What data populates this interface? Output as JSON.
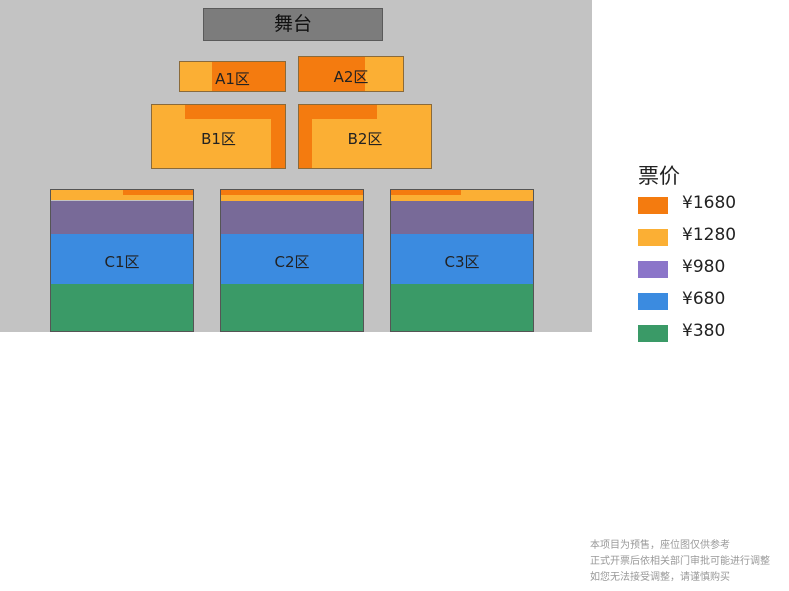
{
  "stage": {
    "label": "舞台"
  },
  "zones": {
    "a1": "A1区",
    "a2": "A2区",
    "b1": "B1区",
    "b2": "B2区",
    "c1": "C1区",
    "c2": "C2区",
    "c3": "C3区"
  },
  "legend": {
    "title": "票价",
    "items": [
      {
        "label": "¥1680",
        "color": "#f47b0f"
      },
      {
        "label": "¥1280",
        "color": "#fbaf34"
      },
      {
        "label": "¥980",
        "color": "#8b75c9"
      },
      {
        "label": "¥680",
        "color": "#3b8be0"
      },
      {
        "label": "¥380",
        "color": "#3a9a67"
      }
    ]
  },
  "notice": {
    "line1": "本项目为预售，座位图仅供参考",
    "line2": "正式开票后依相关部门审批可能进行调整",
    "line3": "如您无法接受调整，请谨慎购买"
  }
}
